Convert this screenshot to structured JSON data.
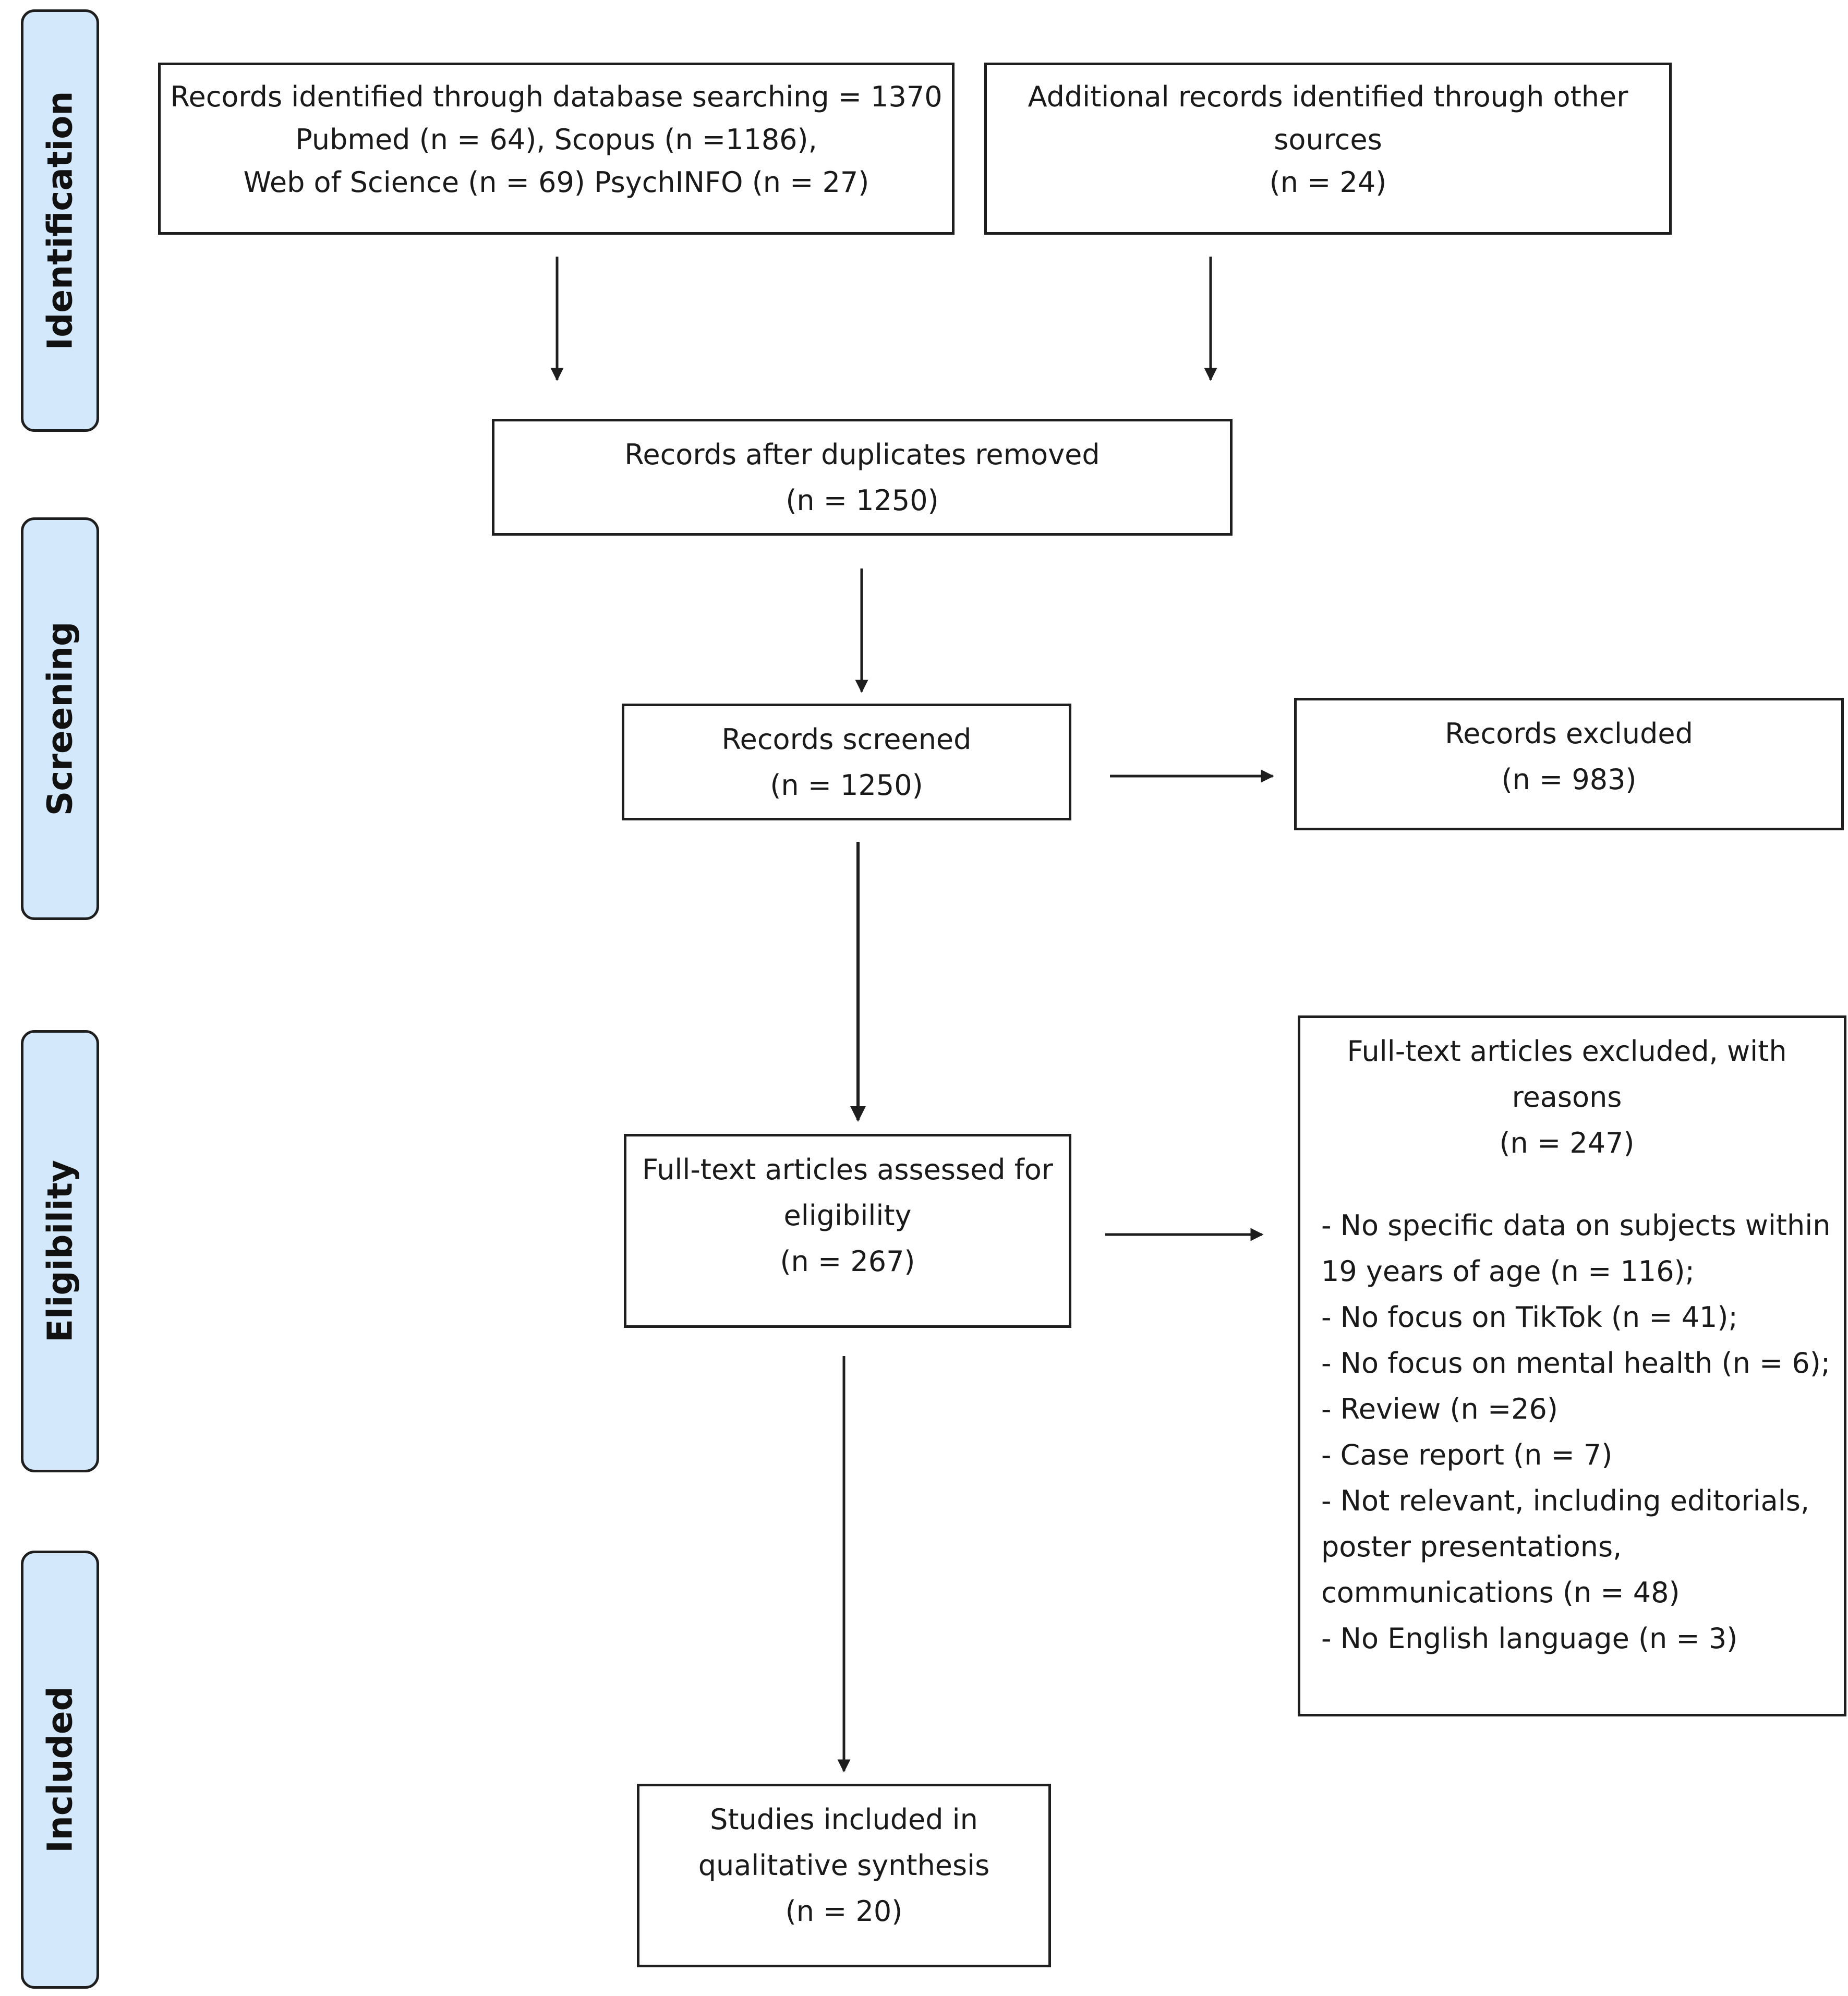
{
  "phases": {
    "identification": "Identification",
    "screening": "Screening",
    "eligibility": "Eligibility",
    "included": "Included"
  },
  "boxes": {
    "database": {
      "lines": [
        "Records identified through database searching = 1370",
        "Pubmed (n = 64), Scopus (n =1186),",
        "Web of Science (n = 69) PsychINFO (n = 27)"
      ]
    },
    "other_sources": {
      "lines": [
        "Additional records identified through other",
        "sources",
        "(n = 24)"
      ]
    },
    "duplicates_removed": {
      "lines": [
        "Records after duplicates removed",
        "(n = 1250)"
      ]
    },
    "screened": {
      "lines": [
        "Records screened",
        "(n = 1250)"
      ]
    },
    "excluded": {
      "lines": [
        "Records excluded",
        "(n = 983)"
      ]
    },
    "assessed": {
      "lines": [
        "Full-text articles assessed for",
        "eligibility",
        "(n = 267)"
      ]
    },
    "fulltext_excluded": {
      "header": [
        "Full-text articles excluded, with",
        "reasons",
        "(n = 247)"
      ],
      "reasons": [
        "- No specific data on subjects within",
        "19 years of age (n = 116);",
        "- No focus on TikTok (n = 41);",
        "- No focus on mental health (n = 6);",
        "- Review (n =26)",
        "- Case report (n = 7)",
        "- Not relevant, including editorials,",
        "poster presentations,",
        "communications (n = 48)",
        "- No English language (n = 3)"
      ]
    },
    "included": {
      "lines": [
        "Studies included in",
        "qualitative synthesis",
        "(n = 20)"
      ]
    }
  }
}
